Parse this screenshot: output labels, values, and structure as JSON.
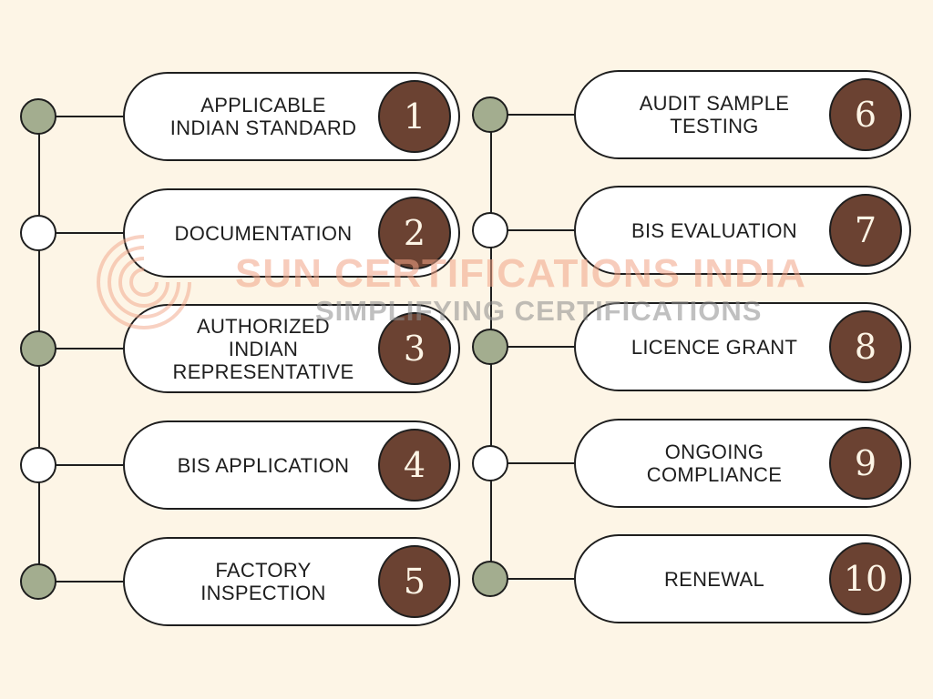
{
  "steps": [
    {
      "number": "1",
      "label": "APPLICABLE\nINDIAN STANDARD"
    },
    {
      "number": "2",
      "label": "DOCUMENTATION"
    },
    {
      "number": "3",
      "label": "AUTHORIZED\nINDIAN\nREPRESENTATIVE"
    },
    {
      "number": "4",
      "label": "BIS APPLICATION"
    },
    {
      "number": "5",
      "label": "FACTORY\nINSPECTION"
    },
    {
      "number": "6",
      "label": "AUDIT SAMPLE\nTESTING"
    },
    {
      "number": "7",
      "label": "BIS EVALUATION"
    },
    {
      "number": "8",
      "label": "LICENCE GRANT"
    },
    {
      "number": "9",
      "label": "ONGOING\nCOMPLIANCE"
    },
    {
      "number": "10",
      "label": "RENEWAL"
    }
  ],
  "watermark": {
    "title": "SUN CERTIFICATIONS INDIA",
    "subtitle": "SIMPLIFYING CERTIFICATIONS"
  },
  "colors": {
    "background": "#fdf5e6",
    "node_filled": "#a3ad8f",
    "number_circle": "#6b4232",
    "watermark_title": "#f2a487",
    "watermark_subtitle": "#8d8d8d"
  }
}
